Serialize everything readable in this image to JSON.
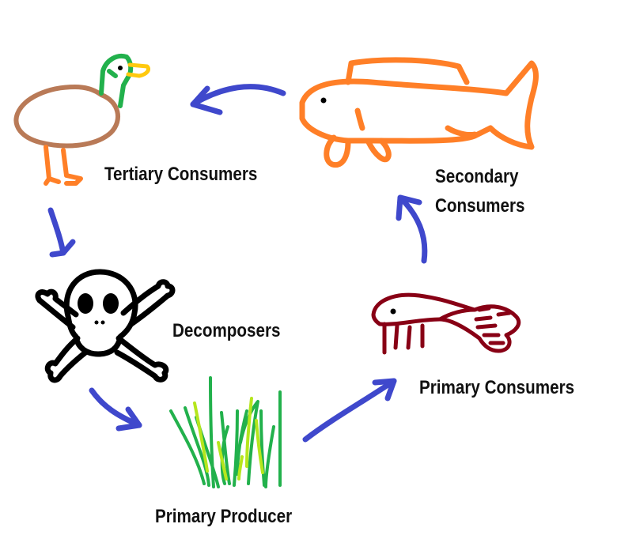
{
  "diagram": {
    "labels": {
      "tertiary": "Tertiary Consumers",
      "secondary_line1": "Secondary",
      "secondary_line2": "Consumers",
      "decomposers": "Decomposers",
      "primary_consumers": "Primary Consumers",
      "primary_producer": "Primary Producer"
    },
    "icons": {
      "tertiary": "duck-icon",
      "secondary": "fish-icon",
      "primary_consumer": "shrimp-icon",
      "decomposer": "skull-crossbones-icon",
      "producer": "grass-icon"
    }
  },
  "colors": {
    "arrow": "#3f48cc",
    "duck_body": "#b97a57",
    "duck_head": "#22b14c",
    "duck_beak": "#ffc90e",
    "duck_legs": "#ff7f27",
    "fish": "#ff7f27",
    "shrimp": "#880015",
    "skull": "#000000",
    "grass_dark": "#22b14c",
    "grass_light": "#b5e61d"
  }
}
